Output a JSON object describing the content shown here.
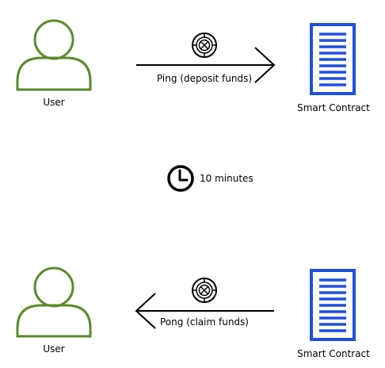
{
  "flow": {
    "top": {
      "user_label": "User",
      "arrow_label": "Ping (deposit funds)",
      "contract_label": "Smart Contract",
      "token_icon": "token-icon"
    },
    "middle": {
      "wait_label": "10 minutes",
      "clock_icon": "clock-icon"
    },
    "bottom": {
      "user_label": "User",
      "arrow_label": "Pong (claim funds)",
      "contract_label": "Smart Contract",
      "token_icon": "token-icon"
    }
  },
  "colors": {
    "user": "#5a8a2a",
    "contract": "#1f4fe0",
    "ink": "#000000"
  }
}
